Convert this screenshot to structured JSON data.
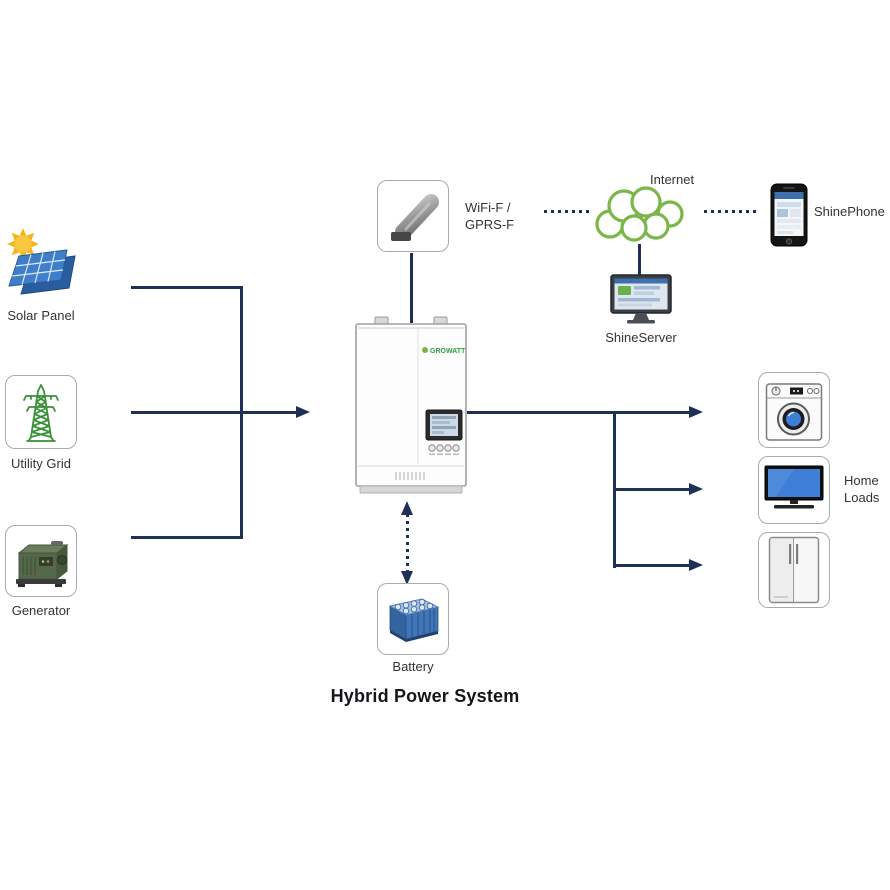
{
  "title": "Hybrid Power System",
  "colors": {
    "connector_navy": "#1f3056",
    "cloud_green": "#7ab648",
    "brand_green": "#2f9e44",
    "box_border_gray": "#a6abb1",
    "screen_blue": "#3f7ed6"
  },
  "nodes": {
    "solar_panel": {
      "label": "Solar Panel"
    },
    "utility_grid": {
      "label": "Utility Grid"
    },
    "generator": {
      "label": "Generator"
    },
    "wifi_module": {
      "label": "WiFi-F / GPRS-F"
    },
    "internet": {
      "label": "Internet"
    },
    "shinephone": {
      "label": "ShinePhone"
    },
    "shineserver": {
      "label": "ShineServer"
    },
    "battery": {
      "label": "Battery"
    },
    "home_loads": {
      "label": "Home Loads"
    },
    "inverter": {
      "brand": "GROWATT"
    }
  }
}
